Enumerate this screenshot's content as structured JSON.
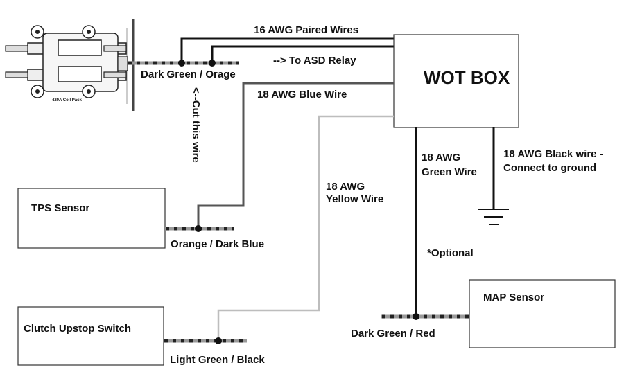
{
  "coil_pack": {
    "label": "420A Coil Pack"
  },
  "wot_box": {
    "label": "WOT BOX"
  },
  "wires": {
    "paired": "16 AWG Paired Wires",
    "asd": "--> To ASD Relay",
    "cut": "<--Cut this wire",
    "blue": "18 AWG Blue Wire",
    "yellow_line1": "18 AWG",
    "yellow_line2": "Yellow Wire",
    "green_line1": "18 AWG",
    "green_line2": "Green Wire",
    "black_line1": "18 AWG Black wire -",
    "black_line2": "Connect to ground",
    "optional": "*Optional"
  },
  "splices": {
    "coil": "Dark Green / Orage",
    "tps": "Orange / Dark Blue",
    "clutch": "Light Green / Black",
    "map": "Dark Green / Red"
  },
  "sensors": {
    "tps": "TPS Sensor",
    "clutch": "Clutch Upstop Switch",
    "map": "MAP Sensor"
  }
}
